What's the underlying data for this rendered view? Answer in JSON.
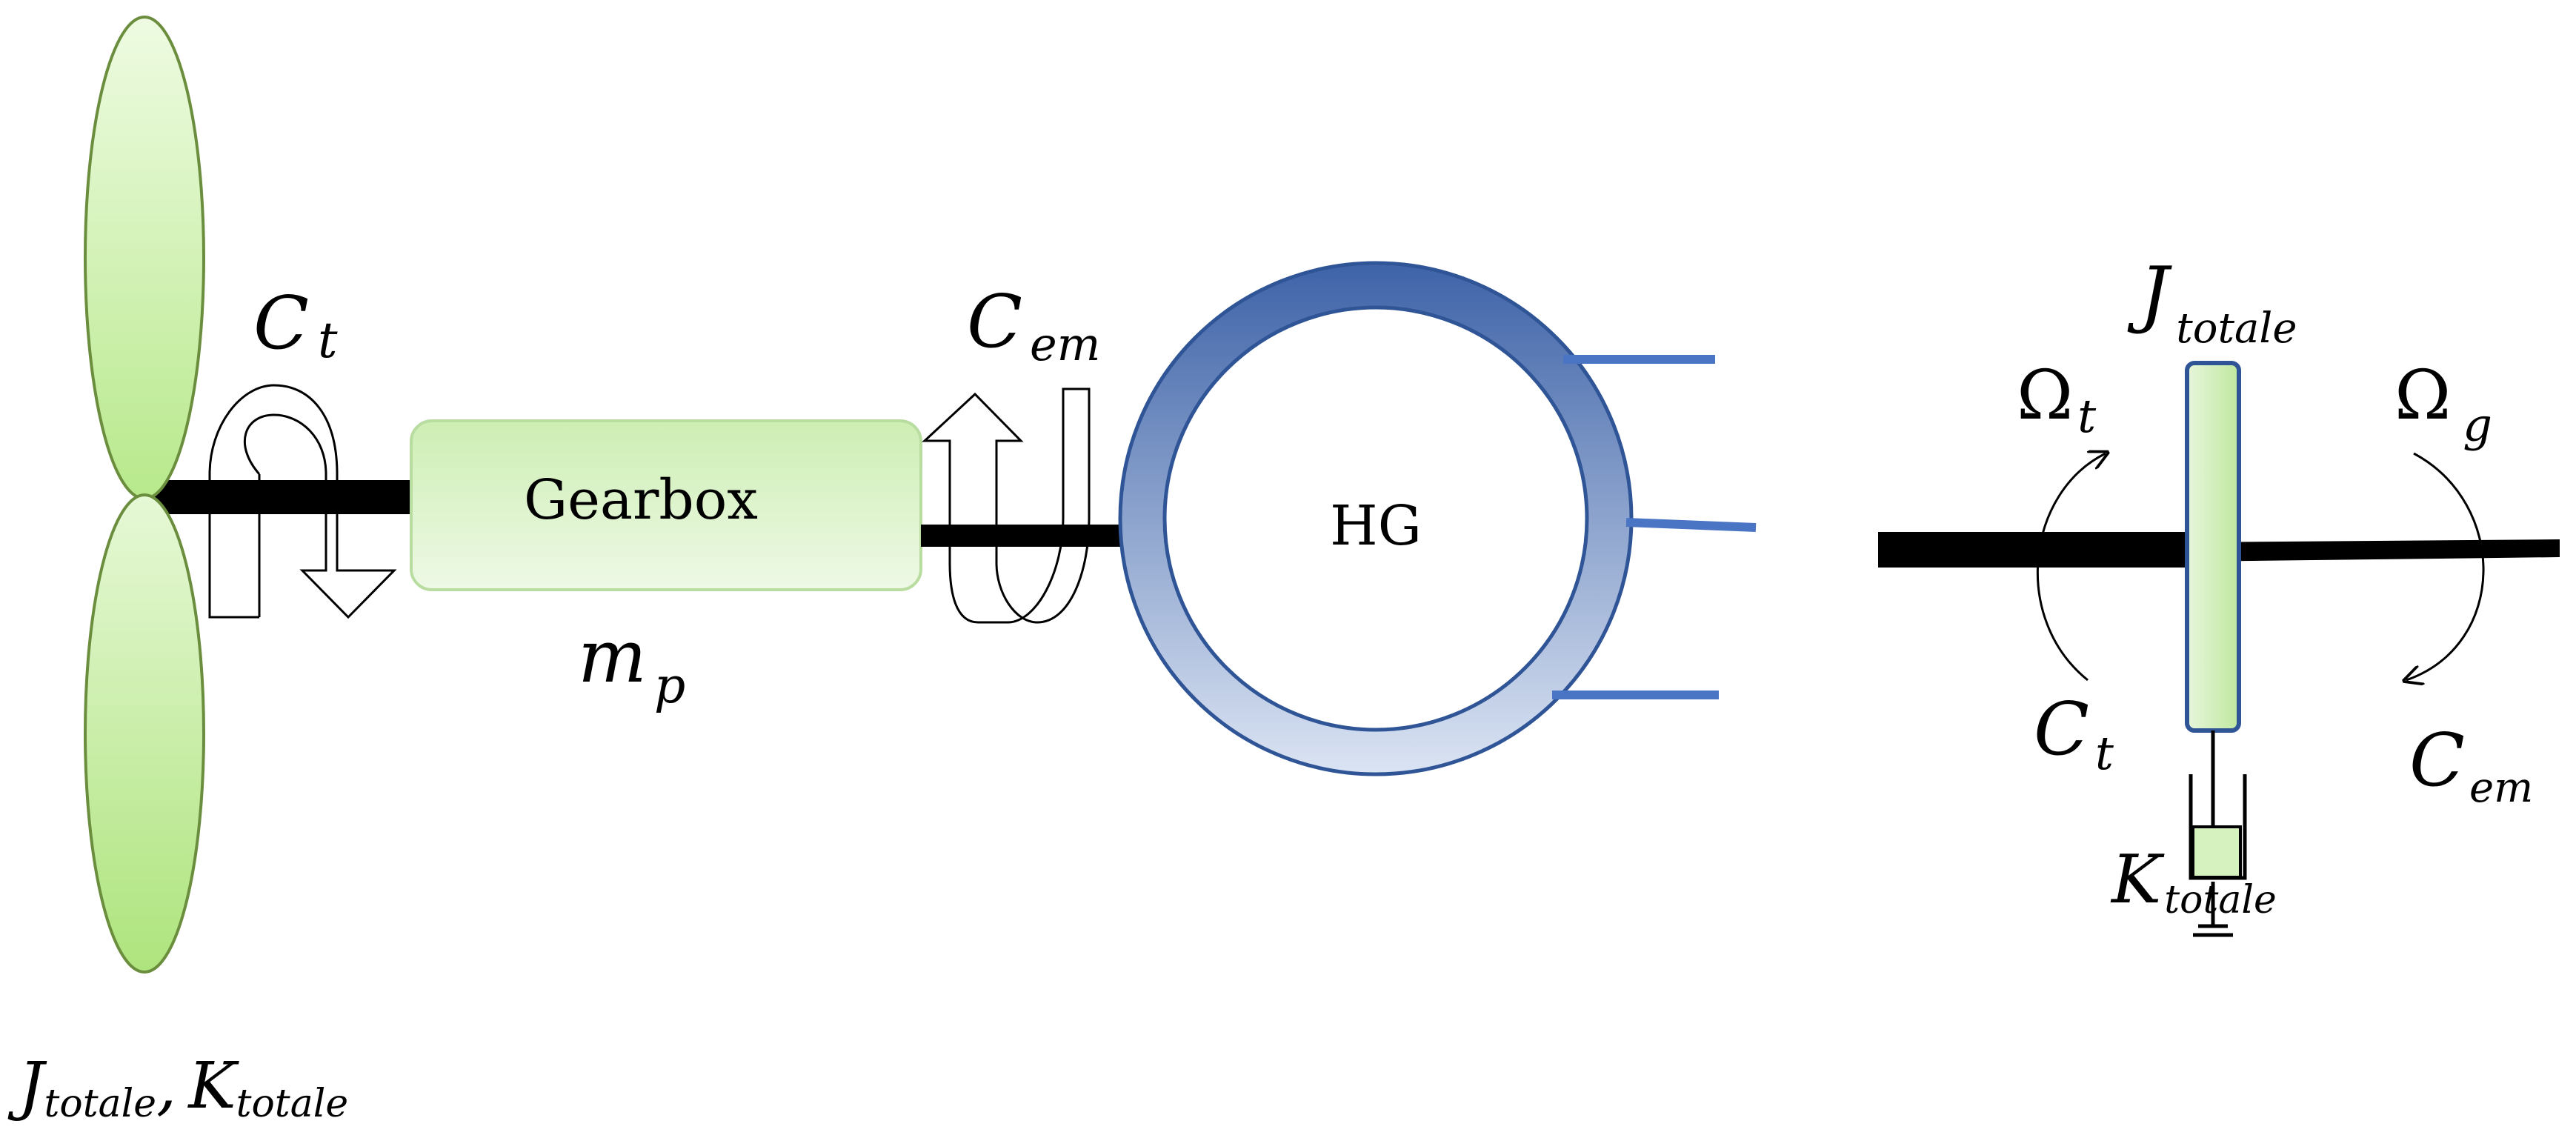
{
  "left_system": {
    "rotor_torque": {
      "symbol": "C",
      "sub": "t"
    },
    "gearbox": {
      "label": "Gearbox",
      "mass": {
        "symbol": "m",
        "sub": "p"
      }
    },
    "em_torque": {
      "symbol": "C",
      "sub": "em"
    },
    "generator": {
      "label": "HG"
    },
    "rotor_params": {
      "j": "J",
      "j_sub": "totale",
      "sep": ",",
      "k": "K",
      "k_sub": "totale"
    }
  },
  "right_model": {
    "inertia": {
      "symbol": "J",
      "sub": "totale"
    },
    "speed_turbine": {
      "symbol": "Ω",
      "sub": "t"
    },
    "speed_generator": {
      "symbol": "Ω",
      "sub": "g"
    },
    "torque_turbine": {
      "symbol": "C",
      "sub": "t"
    },
    "torque_em": {
      "symbol": "C",
      "sub": "em"
    },
    "stiffness": {
      "symbol": "K",
      "sub": "totale"
    }
  },
  "colors": {
    "blade_fill": "#cdf0a8",
    "gearbox_fill": "#dff3cd",
    "generator_ring": "#4a6fb0",
    "generator_ring_light": "#d4def0",
    "terminal_lines": "#4a74c4",
    "shaft": "#000000"
  }
}
